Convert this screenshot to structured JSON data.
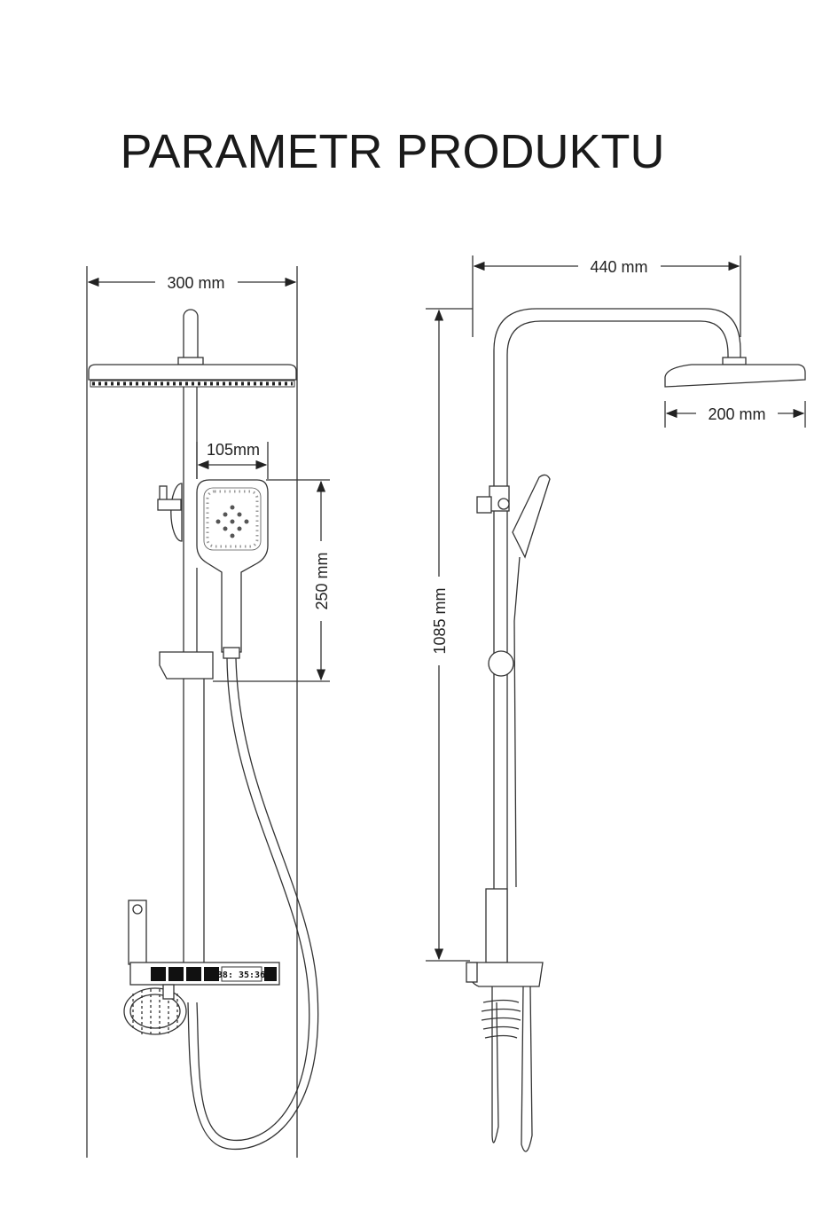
{
  "title": "PARAMETR PRODUKTU",
  "front_view": {
    "width_label": "300 mm",
    "hand_shower_width_label": "105mm",
    "hand_shower_height_label": "250 mm",
    "display_text": "38: 35:36"
  },
  "side_view": {
    "arm_length_label": "440 mm",
    "height_label": "1085 mm",
    "head_width_label": "200 mm"
  }
}
